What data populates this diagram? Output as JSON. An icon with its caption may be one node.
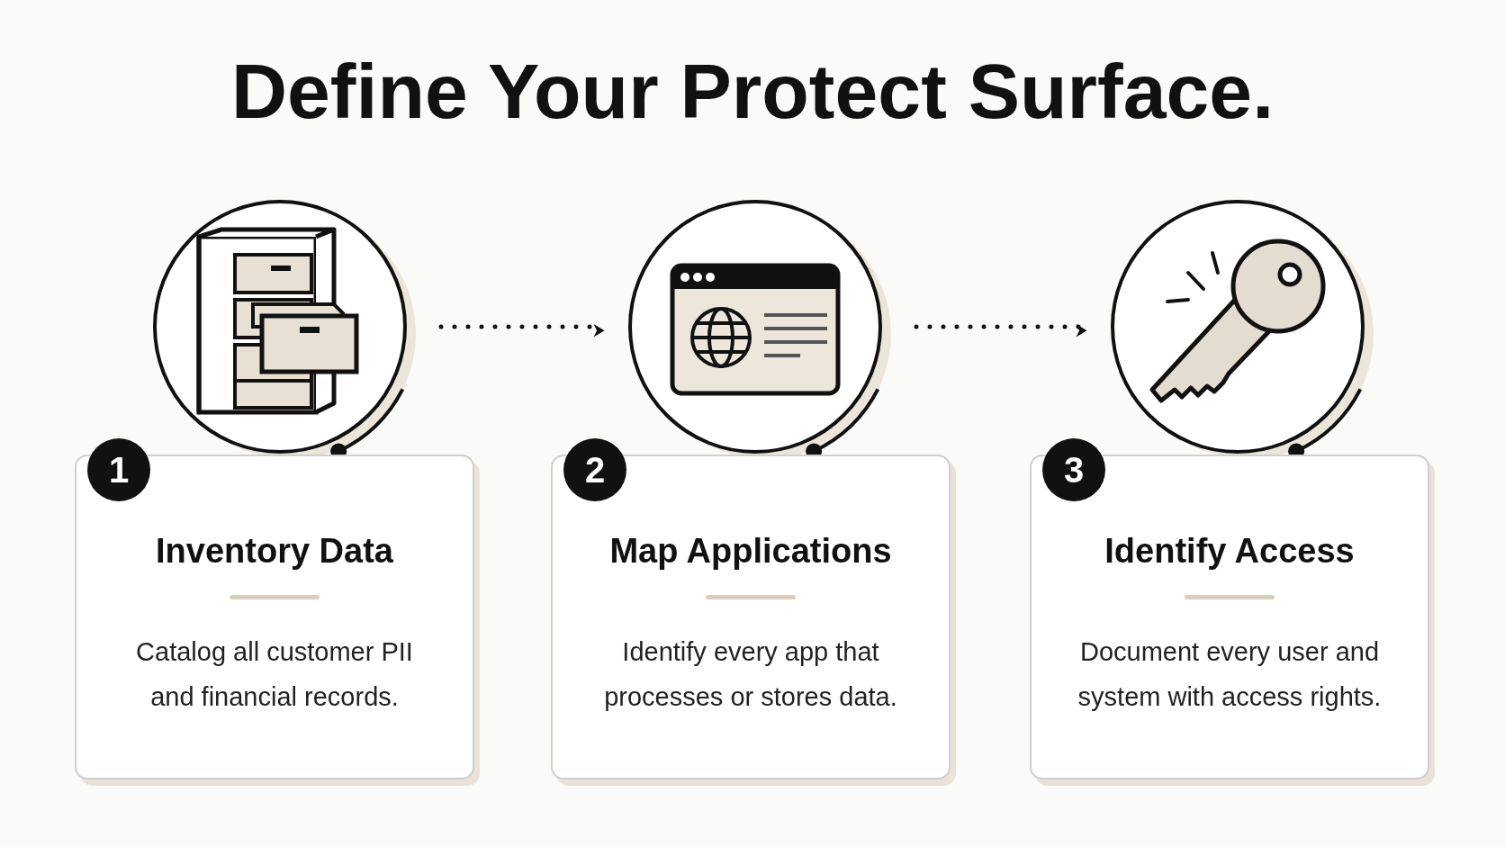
{
  "diagram": {
    "title": "Define Your Protect Surface.",
    "nodes": [
      {
        "text": [],
        "shape": "circle"
      },
      {
        "text": [
          "1"
        ]
      },
      {
        "text": [
          "Inventory Data",
          "Catalog all customer PII and financial records."
        ]
      },
      {
        "text": [],
        "shape": "circle"
      },
      {
        "text": [
          "2"
        ]
      },
      {
        "text": [
          "Map Applications",
          "Identify every app that processes or stores data."
        ]
      },
      {
        "text": [],
        "shape": "circle"
      },
      {
        "text": [
          "3"
        ]
      },
      {
        "text": [
          "Identify Access",
          "Document every user and system with access rights."
        ]
      }
    ],
    "edges": [
      {
        "from": 0,
        "to": 3,
        "arrow": "to",
        "style": "dashed"
      },
      {
        "from": 3,
        "to": 6,
        "arrow": "to",
        "style": "dashed"
      }
    ]
  }
}
